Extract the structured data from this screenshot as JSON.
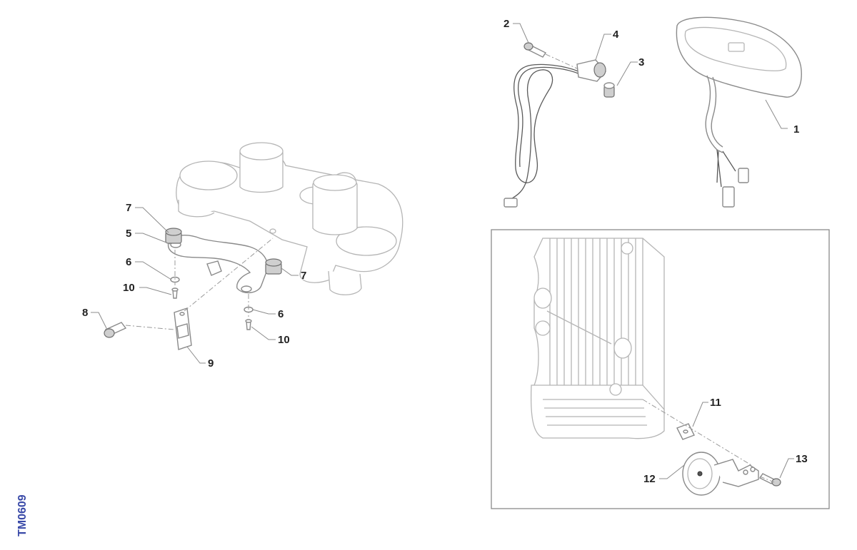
{
  "drawing": {
    "reference_code": "TM0609",
    "callouts": {
      "c1": "1",
      "c2": "2",
      "c3": "3",
      "c4": "4",
      "c5": "5",
      "c6a": "6",
      "c6b": "6",
      "c7a": "7",
      "c7b": "7",
      "c8": "8",
      "c9": "9",
      "c10a": "10",
      "c10b": "10",
      "c11": "11",
      "c12": "12",
      "c13": "13"
    }
  }
}
